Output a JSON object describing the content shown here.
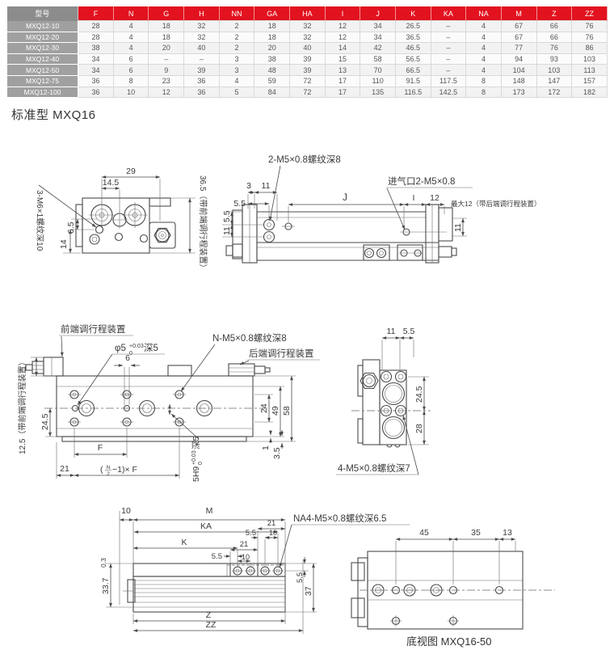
{
  "page": {
    "heading": "标准型 MXQ16"
  },
  "table": {
    "headers": [
      "型号",
      "F",
      "N",
      "G",
      "H",
      "NN",
      "GA",
      "HA",
      "I",
      "J",
      "K",
      "KA",
      "NA",
      "M",
      "Z",
      "ZZ"
    ],
    "rows": [
      [
        "MXQ12-10",
        "28",
        "4",
        "18",
        "32",
        "2",
        "18",
        "32",
        "12",
        "34",
        "26.5",
        "–",
        "4",
        "67",
        "66",
        "76"
      ],
      [
        "MXQ12-20",
        "28",
        "4",
        "18",
        "32",
        "2",
        "18",
        "32",
        "12",
        "34",
        "36.5",
        "–",
        "4",
        "67",
        "66",
        "76"
      ],
      [
        "MXQ12-30",
        "38",
        "4",
        "20",
        "40",
        "2",
        "20",
        "40",
        "14",
        "42",
        "46.5",
        "–",
        "4",
        "77",
        "76",
        "86"
      ],
      [
        "MXQ12-40",
        "34",
        "6",
        "–",
        "–",
        "3",
        "38",
        "39",
        "15",
        "58",
        "56.5",
        "–",
        "4",
        "94",
        "93",
        "103"
      ],
      [
        "MXQ12-50",
        "34",
        "6",
        "9",
        "39",
        "3",
        "48",
        "39",
        "13",
        "70",
        "66.5",
        "–",
        "4",
        "104",
        "103",
        "113"
      ],
      [
        "MXQ12-75",
        "36",
        "8",
        "23",
        "36",
        "4",
        "59",
        "72",
        "17",
        "110",
        "91.5",
        "117.5",
        "8",
        "148",
        "147",
        "157"
      ],
      [
        "MXQ12-100",
        "36",
        "10",
        "12",
        "36",
        "5",
        "84",
        "72",
        "17",
        "135",
        "116.5",
        "142.5",
        "8",
        "173",
        "172",
        "182"
      ]
    ]
  },
  "colors": {
    "header_red": "#e2121e",
    "model_header_gray": "#8c8c8c",
    "model_cell_gray": "#a0a0a0"
  },
  "views": {
    "top": {
      "d29": "29",
      "d14_5": "14.5",
      "d6_5": "6.5",
      "d14": "14",
      "thread": "3-M6×1螺纹深10",
      "d36_5": "36.5（带前端调行程装置）"
    },
    "side": {
      "thread": "2-M5×0.8螺纹深8",
      "port": "进气口2-M5×0.8",
      "d3": "3",
      "d11_top": "11",
      "d5_5_top": "5.5",
      "d5_5_left": "5.5",
      "d11_left": "11",
      "dJ": "J",
      "dI": "I",
      "d12": "12",
      "note": "最大12（带后端调行程装置）",
      "d11_right": "11"
    },
    "front": {
      "front_adj": "前端调行程装置",
      "hole_main": "φ5",
      "hole_sup": "+0.03",
      "hole_sub": "0",
      "hole_suffix": "深5",
      "d6": "6",
      "nthread": "N-M5×0.8螺纹深8",
      "rear_adj": "后端调行程装置",
      "d24": "24",
      "d49": "49",
      "d58": "58",
      "d12_5": "12.5（带前端调行程装置）",
      "d24_5": "24.5",
      "dF": "F",
      "d21": "21",
      "pitch_open": "(",
      "pitch_num": "N",
      "pitch_den": "2",
      "pitch_rest": "−1)× F",
      "key_main": "5H9",
      "key_sup": "+0.03",
      "key_sub": "0",
      "key_suffix": "深5",
      "d1": "1",
      "d3_5": "3.5"
    },
    "end": {
      "d11": "11",
      "d5_5": "5.5",
      "d24_5": "24.5",
      "d28": "28",
      "thread": "4-M5×0.8螺纹深7"
    },
    "bottom": {
      "d10": "10",
      "dM": "M",
      "dKA": "KA",
      "dK": "K",
      "d21a": "21",
      "d5_5a": "5.5",
      "d10a": "10",
      "d21b": "21",
      "d5_5b": "5.5",
      "d10b": "10",
      "thread": "NA4-M5×0.8螺纹深6.5",
      "d33_7": "33.7",
      "tol_0_3": "0.3",
      "d5_5r": "5.5",
      "d37": "37",
      "dZ": "Z",
      "dZZ": "ZZ",
      "d45": "45",
      "d35": "35",
      "d13": "13",
      "caption": "底视图 MXQ16-50"
    }
  }
}
